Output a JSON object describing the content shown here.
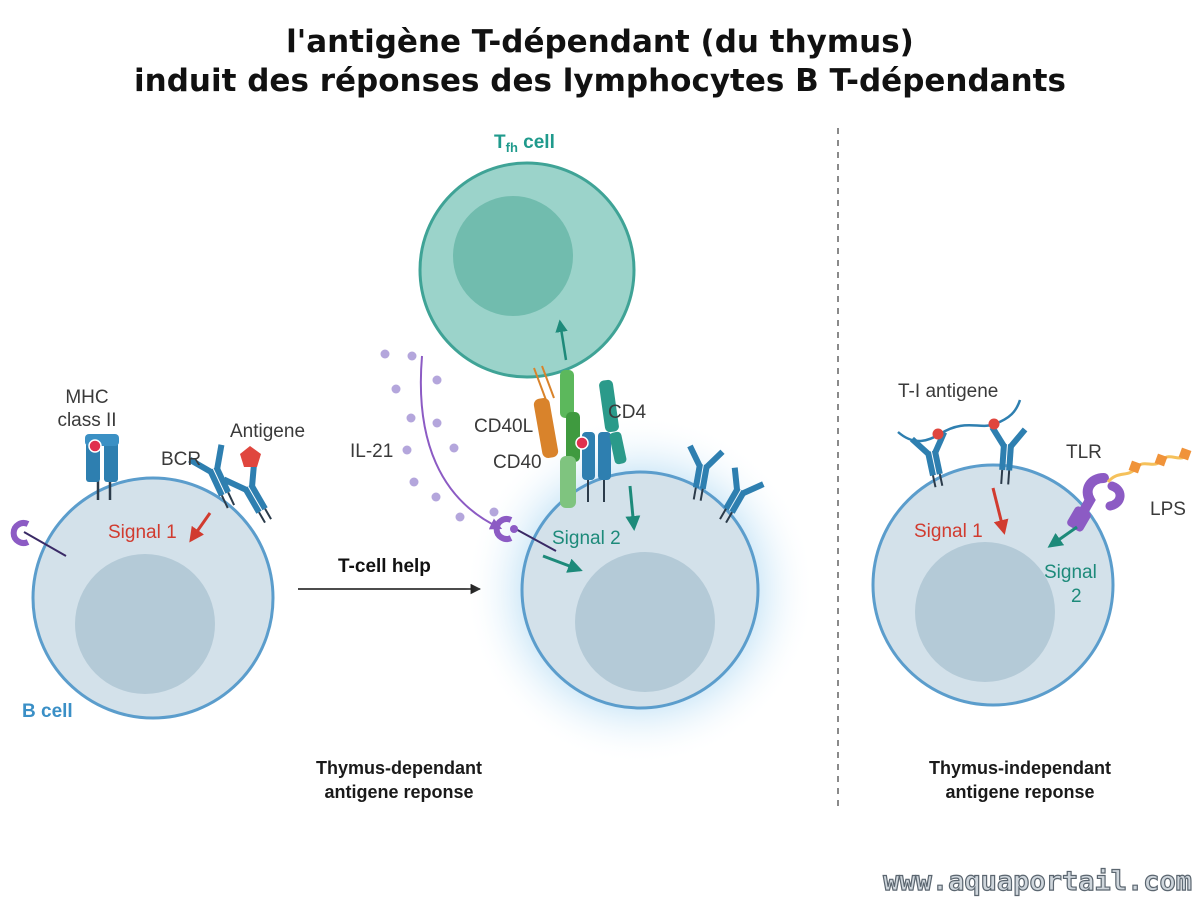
{
  "title": {
    "line1": "l'antigène T-dépendant (du thymus)",
    "line2": "induit des réponses des lymphocytes B T-dépendants"
  },
  "labels": {
    "tfh_main": "T",
    "tfh_sub": "fh",
    "tfh_rest": " cell",
    "mhc_line1": "MHC",
    "mhc_line2": "class II",
    "bcr": "BCR",
    "antigene": "Antigene",
    "signal1_left": "Signal 1",
    "b_cell": "B cell",
    "t_cell_help": "T-cell help",
    "il21": "IL-21",
    "cd40l": "CD40L",
    "cd40": "CD40",
    "cd4": "CD4",
    "signal2_center": "Signal 2",
    "ti_antigene": "T-I antigene",
    "tlr": "TLR",
    "lps": "LPS",
    "signal1_right": "Signal 1",
    "signal2_right_line1": "Signal",
    "signal2_right_line2": "2"
  },
  "captions": {
    "td_line1": "Thymus-dependant",
    "td_line2": "antigene reponse",
    "ti_line1": "Thymus-independant",
    "ti_line2": "antigene reponse"
  },
  "watermark": "www.aquaportail.com",
  "colors": {
    "cell_fill": "#d3e1ea",
    "cell_stroke": "#5b9dcc",
    "nucleus": "#b4cad7",
    "tcell_fill": "#9bd3ca",
    "tcell_stroke": "#3fa396",
    "tcell_nucleus": "#71bcae",
    "receptor": "#2e7fb0",
    "antigen_red": "#e0463e",
    "signal1": "#d13b2f",
    "signal2": "#1d8a7a",
    "teal_label": "#1f9a8c",
    "blue_label": "#3a8fc6",
    "purple": "#8c5bc4",
    "il21_dot": "#b4a6dc",
    "cd40l": "#d9832b",
    "green_chain": "#5cb85c",
    "lps_orange": "#f0933a",
    "lps_chain": "#f5c15b"
  }
}
